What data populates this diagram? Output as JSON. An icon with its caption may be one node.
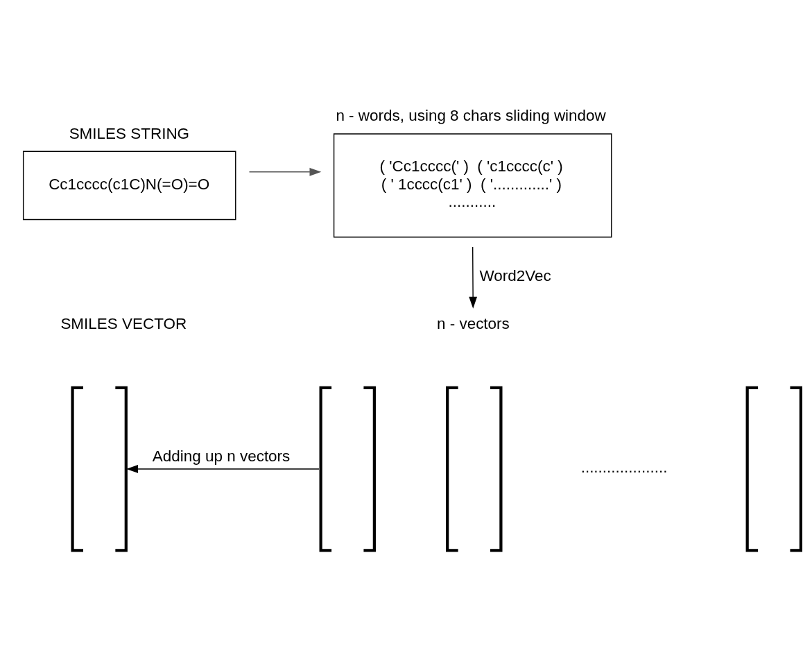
{
  "diagram": {
    "nodes": [
      {
        "text": [
          "SMILES STRING",
          "Cc1cccc(c1C)N(=O)=O"
        ]
      },
      {
        "text": [
          "n - words, using 8 chars sliding window",
          "( 'Cc1cccc(' )  ( 'c1cccc(c' )",
          "( ' 1cccc(c1' )  ( '.............' )",
          "..........."
        ]
      },
      {
        "text": [
          "n - vectors"
        ]
      },
      {
        "text": [],
        "shape": "bracket"
      },
      {
        "text": [],
        "shape": "bracket"
      },
      {
        "text": [],
        "shape": "bracket"
      },
      {
        "text": [],
        "shape": "bracket"
      }
    ],
    "edges": [
      {
        "from": 0,
        "to": 1,
        "arrow": "to",
        "color": "#555555"
      },
      {
        "from": 1,
        "to": 2,
        "arrow": "to",
        "label": "Word2Vec"
      },
      {
        "from": 4,
        "to": 3,
        "arrow": "to",
        "label": "Adding up n vectors"
      }
    ],
    "labels": [
      "SMILES VECTOR",
      "...................."
    ]
  }
}
